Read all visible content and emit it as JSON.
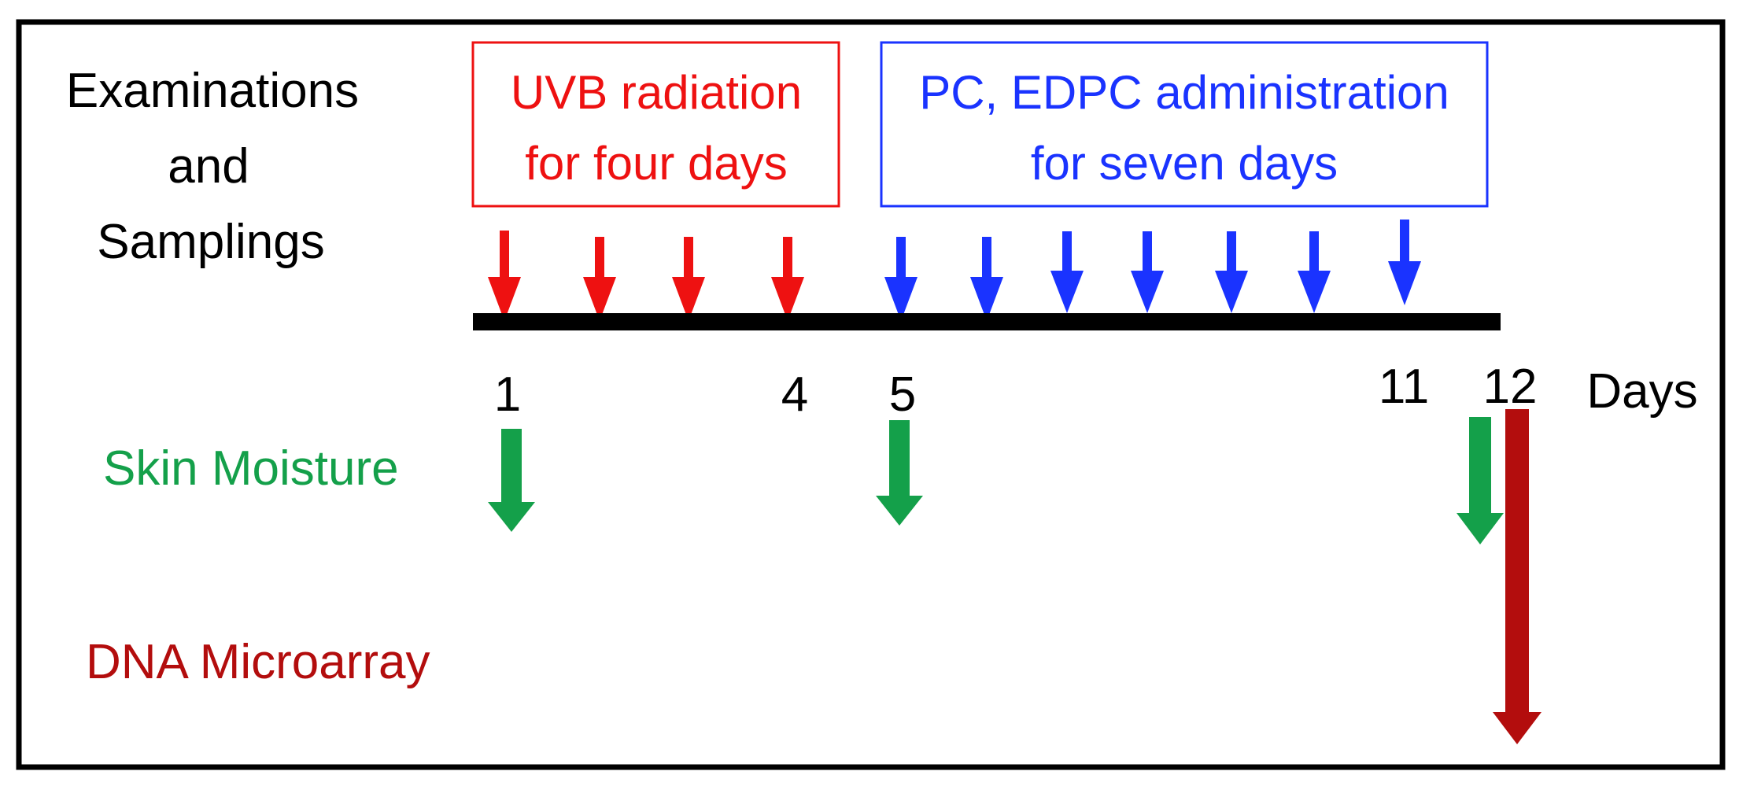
{
  "heading": {
    "line1": "Examinations",
    "line2": "and",
    "line3": "Samplings"
  },
  "uvb_box": {
    "line1": "UVB radiation",
    "line2": "for four days",
    "color": "#ee1111"
  },
  "admin_box": {
    "line1": "PC, EDPC administration",
    "line2": "for  seven days",
    "color": "#1a33ff"
  },
  "timeline": {
    "day_labels": [
      "1",
      "4",
      "5",
      "11",
      "12"
    ],
    "unit_label": "Days",
    "uvb_days": [
      1,
      2,
      3,
      4
    ],
    "admin_days": [
      5,
      6,
      7,
      8,
      9,
      10,
      11
    ]
  },
  "rows": {
    "skin_moisture": {
      "label": "Skin Moisture",
      "color": "#14a04a",
      "days": [
        1,
        5,
        12
      ]
    },
    "dna_microarray": {
      "label": "DNA Microarray",
      "color": "#b30d0d",
      "days": [
        12
      ]
    }
  }
}
